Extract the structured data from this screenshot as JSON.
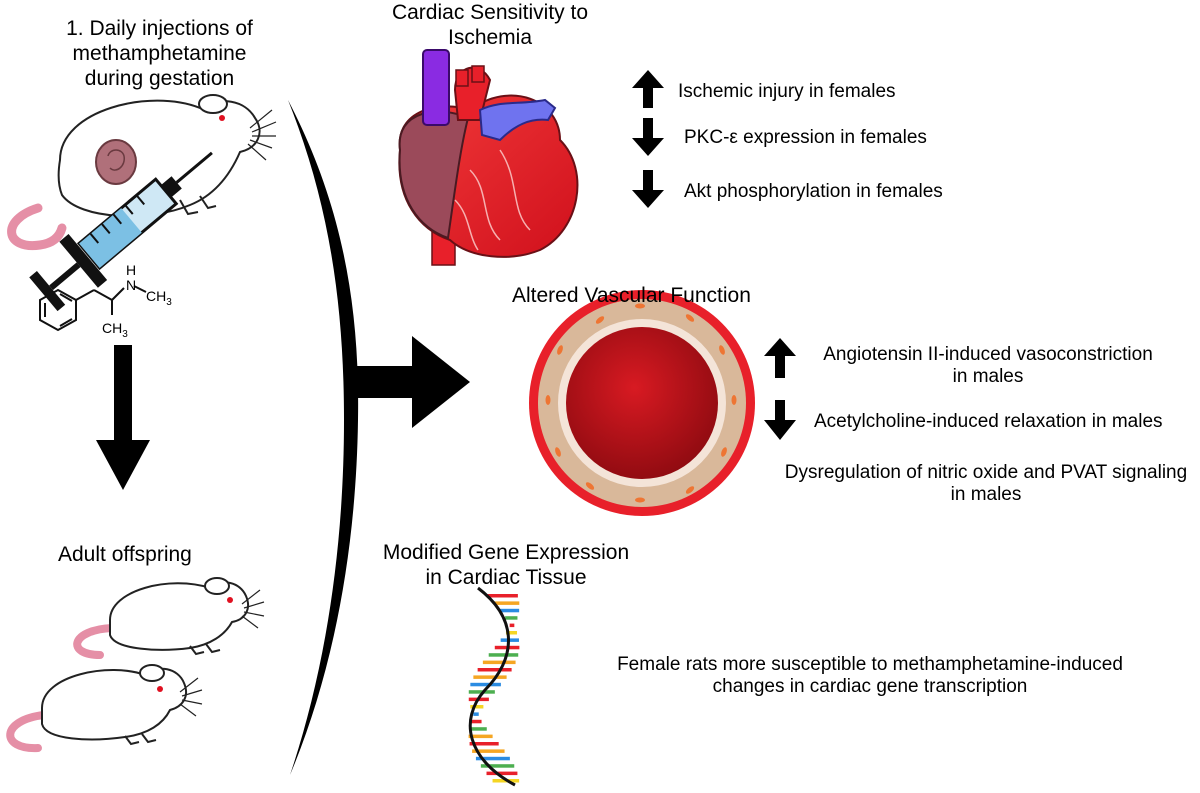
{
  "left_panel": {
    "step1_title": [
      "1. Daily injections of",
      "methamphetamine",
      "during gestation"
    ],
    "molecule": {
      "nh": "N",
      "h": "H",
      "ch3_top": "CH",
      "ch3_top_sub": "3",
      "ch3_bottom": "CH",
      "ch3_bottom_sub": "3"
    },
    "adult_offspring_label": "Adult offspring"
  },
  "cardiac": {
    "title": [
      "Cardiac Sensitivity to",
      "Ischemia"
    ],
    "effects": [
      {
        "direction": "up",
        "text": "Ischemic injury in females"
      },
      {
        "direction": "down",
        "text": "PKC-ε expression in females"
      },
      {
        "direction": "down",
        "text": "Akt phosphorylation in females"
      }
    ]
  },
  "vascular": {
    "title": "Altered Vascular Function",
    "effects": [
      {
        "direction": "up",
        "text": [
          "Angiotensin II-induced vasoconstriction",
          "in males"
        ]
      },
      {
        "direction": "down",
        "text": [
          "Acetylcholine-induced relaxation in males"
        ]
      }
    ],
    "note": [
      "Dysregulation of nitric oxide and PVAT signaling",
      "in males"
    ]
  },
  "gene": {
    "title": [
      "Modified Gene Expression",
      "in Cardiac Tissue"
    ],
    "note": [
      "Female rats more susceptible to methamphetamine-induced",
      "changes in cardiac gene transcription"
    ]
  },
  "colors": {
    "arrow": "#000000",
    "heart_red": "#e8202a",
    "heart_dark": "#9b4a5a",
    "aorta_purple": "#8a2be2",
    "vessel_blue": "#6f73ef",
    "vessel_outer": "#e8202a",
    "vessel_wall": "#d9b89a",
    "vessel_lumen": "#a80c12",
    "rat_outline": "#222222",
    "rat_tail": "#e58fa6",
    "fetus": "#b0707a"
  },
  "icons": [
    "rat-icon",
    "syringe-icon",
    "methamphetamine-structure-icon",
    "heart-icon",
    "blood-vessel-icon",
    "dna-icon",
    "up-arrow-icon",
    "down-arrow-icon",
    "right-arrow-icon",
    "bracket-curve-icon"
  ]
}
